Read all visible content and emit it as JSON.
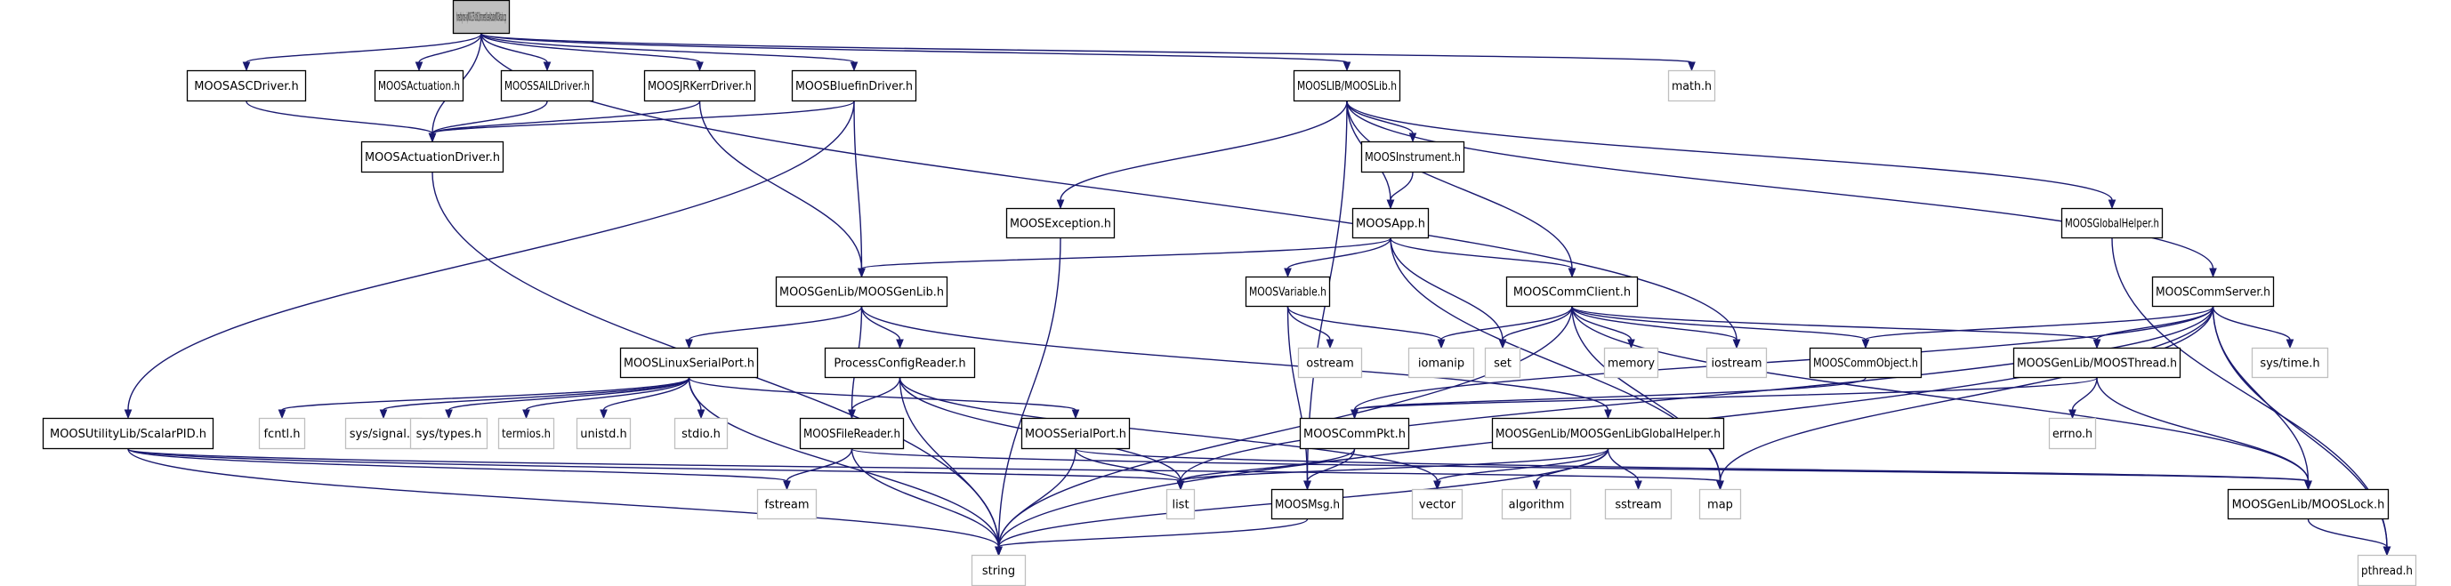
{
  "diagram": {
    "type": "include-dependency-graph",
    "colors": {
      "edge": "#191970",
      "root_fill": "#bfbfbf",
      "node_border": "#000000",
      "external_border": "#bfbfbf"
    },
    "nodes": [
      {
        "id": "root",
        "label": "/home/toby/moos-ivp/MOOS-2375-Oct0611/Instruments/Ocean/iActuation/MOOSActuation.cpp",
        "kind": "root"
      },
      {
        "id": "asc",
        "label": "MOOSASCDriver.h",
        "kind": "project"
      },
      {
        "id": "act",
        "label": "MOOSActuation.h",
        "kind": "project"
      },
      {
        "id": "sail",
        "label": "MOOSSAILDriver.h",
        "kind": "project"
      },
      {
        "id": "jr",
        "label": "MOOSJRKerrDriver.h",
        "kind": "project"
      },
      {
        "id": "blue",
        "label": "MOOSBluefinDriver.h",
        "kind": "project"
      },
      {
        "id": "moolib",
        "label": "MOOSLIB/MOOSLib.h",
        "kind": "project"
      },
      {
        "id": "math",
        "label": "math.h",
        "kind": "external"
      },
      {
        "id": "actdrv",
        "label": "MOOSActuationDriver.h",
        "kind": "project"
      },
      {
        "id": "inst",
        "label": "MOOSInstrument.h",
        "kind": "project"
      },
      {
        "id": "exc",
        "label": "MOOSException.h",
        "kind": "project"
      },
      {
        "id": "app",
        "label": "MOOSApp.h",
        "kind": "project"
      },
      {
        "id": "glob",
        "label": "MOOSGlobalHelper.h",
        "kind": "project"
      },
      {
        "id": "genlib",
        "label": "MOOSGenLib/MOOSGenLib.h",
        "kind": "project"
      },
      {
        "id": "var",
        "label": "MOOSVariable.h",
        "kind": "project"
      },
      {
        "id": "client",
        "label": "MOOSCommClient.h",
        "kind": "project"
      },
      {
        "id": "server",
        "label": "MOOSCommServer.h",
        "kind": "project"
      },
      {
        "id": "lsp",
        "label": "MOOSLinuxSerialPort.h",
        "kind": "project"
      },
      {
        "id": "pcr",
        "label": "ProcessConfigReader.h",
        "kind": "project"
      },
      {
        "id": "ostream",
        "label": "ostream",
        "kind": "external"
      },
      {
        "id": "iomanip",
        "label": "iomanip",
        "kind": "external"
      },
      {
        "id": "set",
        "label": "set",
        "kind": "external"
      },
      {
        "id": "memory",
        "label": "memory",
        "kind": "external"
      },
      {
        "id": "iostream",
        "label": "iostream",
        "kind": "external"
      },
      {
        "id": "obj",
        "label": "MOOSCommObject.h",
        "kind": "project"
      },
      {
        "id": "thread",
        "label": "MOOSGenLib/MOOSThread.h",
        "kind": "project"
      },
      {
        "id": "systime",
        "label": "sys/time.h",
        "kind": "external"
      },
      {
        "id": "pid",
        "label": "MOOSUtilityLib/ScalarPID.h",
        "kind": "project"
      },
      {
        "id": "fcntl",
        "label": "fcntl.h",
        "kind": "external"
      },
      {
        "id": "signal",
        "label": "sys/signal.h",
        "kind": "external"
      },
      {
        "id": "types",
        "label": "sys/types.h",
        "kind": "external"
      },
      {
        "id": "termios",
        "label": "termios.h",
        "kind": "external"
      },
      {
        "id": "unistd",
        "label": "unistd.h",
        "kind": "external"
      },
      {
        "id": "stdio",
        "label": "stdio.h",
        "kind": "external"
      },
      {
        "id": "freader",
        "label": "MOOSFileReader.h",
        "kind": "project"
      },
      {
        "id": "sport",
        "label": "MOOSSerialPort.h",
        "kind": "project"
      },
      {
        "id": "pkt",
        "label": "MOOSCommPkt.h",
        "kind": "project"
      },
      {
        "id": "gghelp",
        "label": "MOOSGenLib/MOOSGenLibGlobalHelper.h",
        "kind": "project"
      },
      {
        "id": "errno",
        "label": "errno.h",
        "kind": "external"
      },
      {
        "id": "fstream",
        "label": "fstream",
        "kind": "external"
      },
      {
        "id": "list",
        "label": "list",
        "kind": "external"
      },
      {
        "id": "msg",
        "label": "MOOSMsg.h",
        "kind": "project"
      },
      {
        "id": "vector",
        "label": "vector",
        "kind": "external"
      },
      {
        "id": "algorithm",
        "label": "algorithm",
        "kind": "external"
      },
      {
        "id": "sstream",
        "label": "sstream",
        "kind": "external"
      },
      {
        "id": "map",
        "label": "map",
        "kind": "external"
      },
      {
        "id": "lock",
        "label": "MOOSGenLib/MOOSLock.h",
        "kind": "project"
      },
      {
        "id": "string",
        "label": "string",
        "kind": "external"
      },
      {
        "id": "pthread",
        "label": "pthread.h",
        "kind": "external"
      }
    ],
    "edges": [
      [
        "root",
        "asc"
      ],
      [
        "root",
        "act"
      ],
      [
        "root",
        "sail"
      ],
      [
        "root",
        "jr"
      ],
      [
        "root",
        "blue"
      ],
      [
        "root",
        "moolib"
      ],
      [
        "root",
        "math"
      ],
      [
        "root",
        "actdrv"
      ],
      [
        "root",
        "iostream"
      ],
      [
        "asc",
        "actdrv"
      ],
      [
        "sail",
        "actdrv"
      ],
      [
        "jr",
        "actdrv"
      ],
      [
        "jr",
        "genlib"
      ],
      [
        "blue",
        "actdrv"
      ],
      [
        "blue",
        "genlib"
      ],
      [
        "blue",
        "pid"
      ],
      [
        "actdrv",
        "string"
      ],
      [
        "moolib",
        "inst"
      ],
      [
        "moolib",
        "exc"
      ],
      [
        "moolib",
        "app"
      ],
      [
        "moolib",
        "client"
      ],
      [
        "moolib",
        "glob"
      ],
      [
        "moolib",
        "server"
      ],
      [
        "moolib",
        "msg"
      ],
      [
        "inst",
        "app"
      ],
      [
        "exc",
        "string"
      ],
      [
        "app",
        "genlib"
      ],
      [
        "app",
        "var"
      ],
      [
        "app",
        "client"
      ],
      [
        "app",
        "set"
      ],
      [
        "app",
        "map"
      ],
      [
        "glob",
        "pthread"
      ],
      [
        "genlib",
        "lsp"
      ],
      [
        "genlib",
        "pcr"
      ],
      [
        "genlib",
        "freader"
      ],
      [
        "genlib",
        "gghelp"
      ],
      [
        "var",
        "ostream"
      ],
      [
        "var",
        "iomanip"
      ],
      [
        "var",
        "msg"
      ],
      [
        "client",
        "iomanip"
      ],
      [
        "client",
        "set"
      ],
      [
        "client",
        "memory"
      ],
      [
        "client",
        "iostream"
      ],
      [
        "client",
        "obj"
      ],
      [
        "client",
        "thread"
      ],
      [
        "client",
        "lock"
      ],
      [
        "client",
        "string"
      ],
      [
        "client",
        "map"
      ],
      [
        "server",
        "obj"
      ],
      [
        "server",
        "thread"
      ],
      [
        "server",
        "systime"
      ],
      [
        "server",
        "lock"
      ],
      [
        "server",
        "pkt"
      ],
      [
        "server",
        "list"
      ],
      [
        "server",
        "map"
      ],
      [
        "server",
        "pthread"
      ],
      [
        "server",
        "string"
      ],
      [
        "obj",
        "pkt"
      ],
      [
        "thread",
        "lock"
      ],
      [
        "thread",
        "errno"
      ],
      [
        "thread",
        "pkt"
      ],
      [
        "lsp",
        "fcntl"
      ],
      [
        "lsp",
        "signal"
      ],
      [
        "lsp",
        "types"
      ],
      [
        "lsp",
        "termios"
      ],
      [
        "lsp",
        "unistd"
      ],
      [
        "lsp",
        "stdio"
      ],
      [
        "lsp",
        "sport"
      ],
      [
        "lsp",
        "string"
      ],
      [
        "pcr",
        "freader"
      ],
      [
        "pcr",
        "string"
      ],
      [
        "pcr",
        "list"
      ],
      [
        "pcr",
        "vector"
      ],
      [
        "pid",
        "fstream"
      ],
      [
        "pid",
        "list"
      ],
      [
        "pid",
        "string"
      ],
      [
        "pid",
        "map"
      ],
      [
        "freader",
        "fstream"
      ],
      [
        "freader",
        "string"
      ],
      [
        "freader",
        "lock"
      ],
      [
        "sport",
        "list"
      ],
      [
        "sport",
        "string"
      ],
      [
        "sport",
        "lock"
      ],
      [
        "pkt",
        "list"
      ],
      [
        "pkt",
        "msg"
      ],
      [
        "gghelp",
        "list"
      ],
      [
        "gghelp",
        "vector"
      ],
      [
        "gghelp",
        "algorithm"
      ],
      [
        "gghelp",
        "sstream"
      ],
      [
        "gghelp",
        "string"
      ],
      [
        "msg",
        "string"
      ],
      [
        "lock",
        "pthread"
      ]
    ]
  }
}
